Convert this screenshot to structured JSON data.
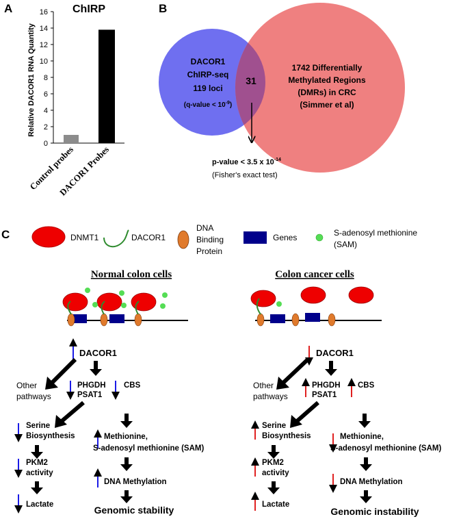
{
  "panels": {
    "a": "A",
    "b": "B",
    "c": "C"
  },
  "chart_data": {
    "type": "bar",
    "title": "ChIRP",
    "ylabel": "Relative DACOR1 RNA Quantity",
    "xlabel": "",
    "categories": [
      "Control probes",
      "DACOR1 Probes"
    ],
    "values": [
      1,
      13.8
    ],
    "bar_colors": [
      "#8c8c8c",
      "#000000"
    ],
    "ylim": [
      0,
      16
    ],
    "yticks": [
      0,
      2,
      4,
      6,
      8,
      10,
      12,
      14,
      16
    ],
    "grid": false
  },
  "venn": {
    "left_lines": [
      "DACOR1",
      "ChIRP-seq",
      "119 loci"
    ],
    "left_q_prefix": "(q-value < 10",
    "left_q_exp": "-9",
    "left_q_suffix": ")",
    "intersection": "31",
    "right_lines": [
      "1742 Differentially",
      "Methylated Regions",
      "(DMRs) in CRC",
      "(Simmer et al)"
    ],
    "pvalue_prefix": "p-value < 3.5 x 10",
    "pvalue_exp": "-14",
    "test": "(Fisher's exact test)",
    "left_color": "#6f6ff0",
    "right_color": "#ef8080",
    "overlap_color": "#a0508f"
  },
  "legend": {
    "dnmt1": "DNMT1",
    "dacor1": "DACOR1",
    "dbp_lines": [
      "DNA",
      "Binding",
      "Protein"
    ],
    "genes": "Genes",
    "sam_lines": [
      "S-adenosyl methionine",
      "(SAM)"
    ]
  },
  "colors": {
    "dnmt1": "#ee0000",
    "dacor1": "#2e8b2e",
    "dbp": "#e07a2c",
    "genes": "#00008b",
    "sam": "#55dd55",
    "arrow_down_blue": "#1a1ae6",
    "arrow_up_red": "#e02020"
  },
  "normal": {
    "title": "Normal colon cells",
    "dacor1": "DACOR1",
    "other": [
      "Other",
      "pathways"
    ],
    "phgdh": [
      "PHGDH",
      "PSAT1"
    ],
    "cbs": "CBS",
    "serine": [
      "Serine",
      "Biosynthesis"
    ],
    "methionine": [
      "Methionine,",
      "S-adenosyl methionine (SAM)"
    ],
    "pkm2": [
      "PKM2",
      "activity"
    ],
    "dna_meth": "DNA Methylation",
    "lactate": "Lactate",
    "outcome": "Genomic stability"
  },
  "cancer": {
    "title": "Colon cancer cells",
    "dacor1": "DACOR1",
    "other": [
      "Other",
      "pathways"
    ],
    "phgdh": [
      "PHGDH",
      "PSAT1"
    ],
    "cbs": "CBS",
    "serine": [
      "Serine",
      "Biosynthesis"
    ],
    "methionine": [
      "Methionine,",
      "S-adenosyl methionine (SAM)"
    ],
    "pkm2": [
      "PKM2",
      "activity"
    ],
    "dna_meth": "DNA Methylation",
    "lactate": "Lactate",
    "outcome": "Genomic instability"
  }
}
